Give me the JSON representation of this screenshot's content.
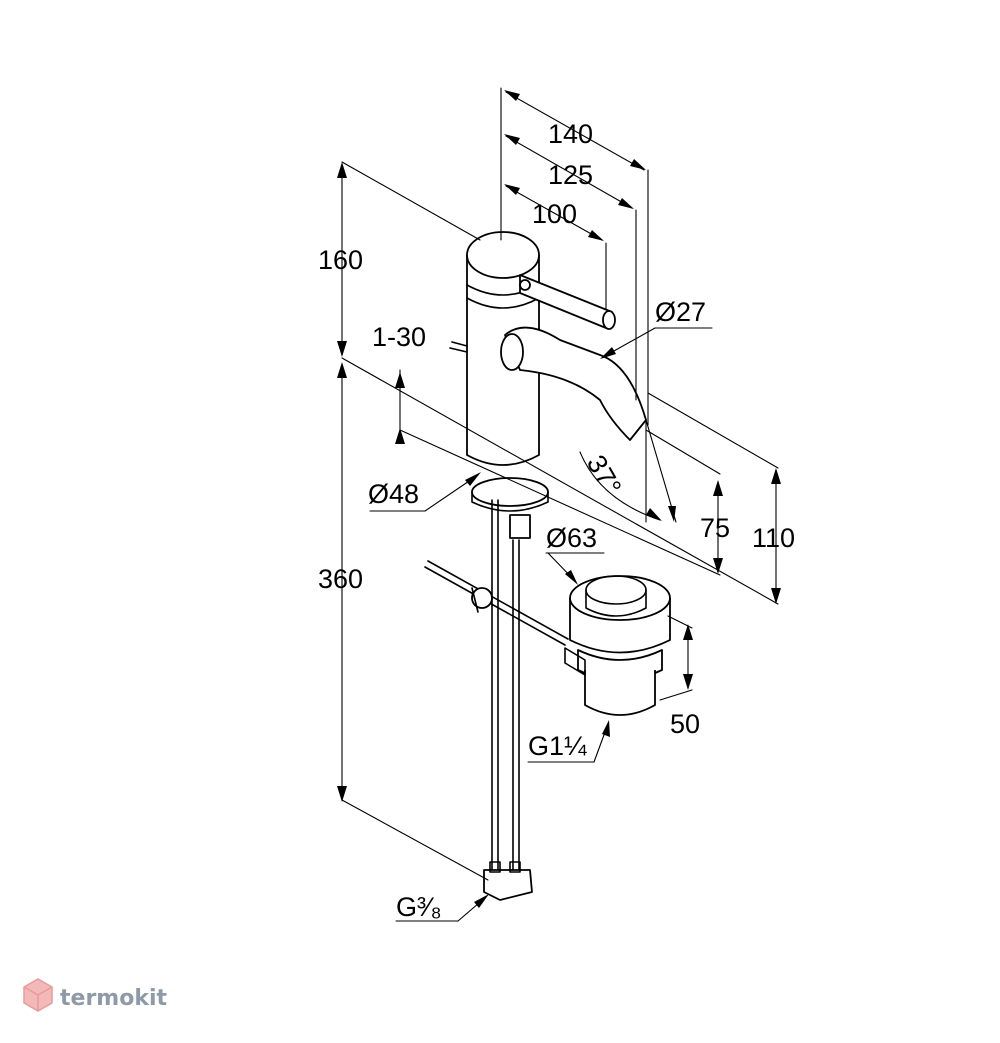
{
  "dimensions": {
    "d140": "140",
    "d125": "125",
    "d100": "100",
    "d160": "160",
    "d1_30": "1-30",
    "dia27": "Ø27",
    "dia48": "Ø48",
    "angle": "37°",
    "d75": "75",
    "d110": "110",
    "dia63": "Ø63",
    "d360": "360",
    "d50": "50",
    "thread_drain": "G1¼",
    "thread_hose": "G³⁄₈"
  },
  "watermark": {
    "text": "termokit",
    "color": "#8e9aa8"
  }
}
